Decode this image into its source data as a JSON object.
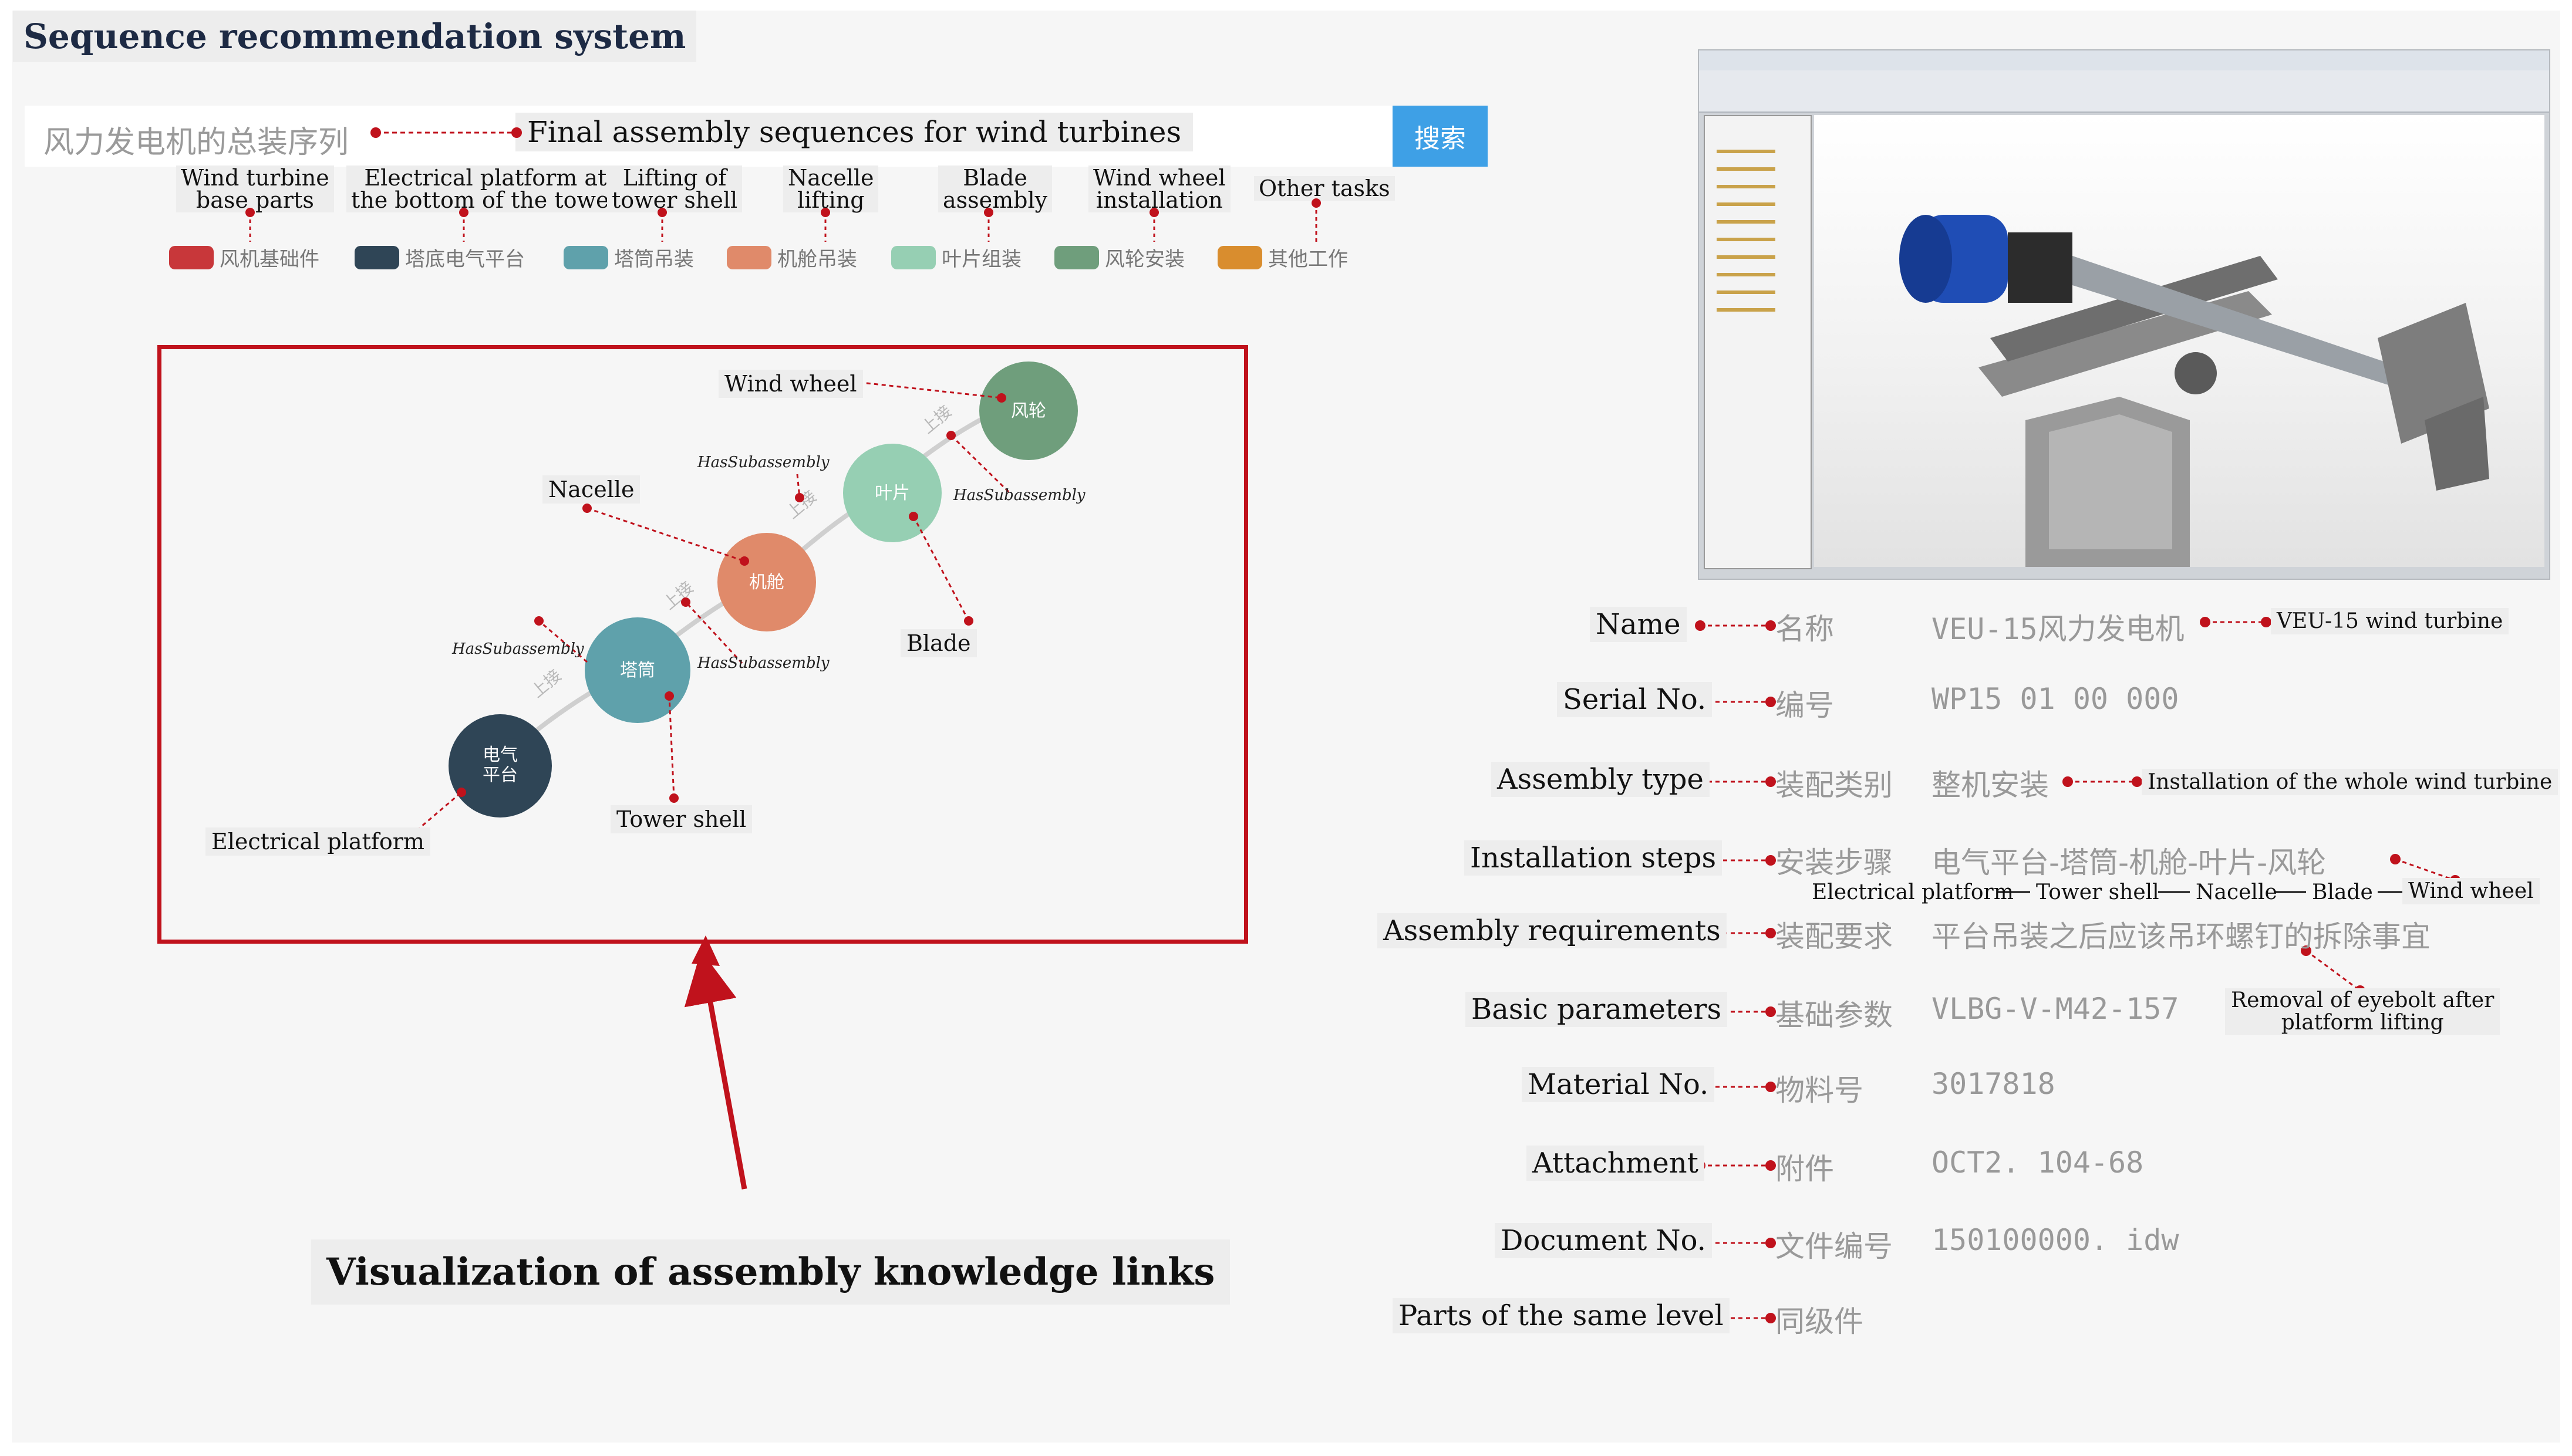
{
  "title": "Sequence recommendation system",
  "search": {
    "query": "风力发电机的总装序列",
    "button_label": "搜索",
    "translation": "Final assembly sequences for wind turbines"
  },
  "categories": [
    {
      "en": "Wind turbine\nbase parts",
      "cn": "风机基础件",
      "color": "#c8373a"
    },
    {
      "en": "Electrical platform at\nthe bottom of the tower",
      "cn": "塔底电气平台",
      "color": "#2f4556"
    },
    {
      "en": "Lifting of\ntower shell",
      "cn": "塔筒吊装",
      "color": "#5fa1ab"
    },
    {
      "en": "Nacelle\nlifting",
      "cn": "机舱吊装",
      "color": "#e08a6a"
    },
    {
      "en": "Blade\nassembly",
      "cn": "叶片组装",
      "color": "#96cfb3"
    },
    {
      "en": "Wind wheel\ninstallation",
      "cn": "风轮安装",
      "color": "#6f9e7c"
    },
    {
      "en": "Other tasks",
      "cn": "其他工作",
      "color": "#d98d2e"
    }
  ],
  "graph": {
    "nodes": [
      {
        "cn": "电气\n平台",
        "en": "Electrical platform",
        "color": "#2f4556"
      },
      {
        "cn": "塔筒",
        "en": "Tower shell",
        "color": "#5fa1ab"
      },
      {
        "cn": "机舱",
        "en": "Nacelle",
        "color": "#e08a6a"
      },
      {
        "cn": "叶片",
        "en": "Blade",
        "color": "#96cfb3"
      },
      {
        "cn": "风轮",
        "en": "Wind wheel",
        "color": "#6f9e7c"
      }
    ],
    "edge_label_cn": "上接",
    "relation": "HasSubassembly"
  },
  "visualization_title": "Visualization of assembly knowledge links",
  "properties": [
    {
      "label": "Name",
      "cn": "名称",
      "value": "VEU-15风力发电机",
      "note": "VEU-15 wind turbine"
    },
    {
      "label": "Serial No.",
      "cn": "编号",
      "value": "WP15 01 00 000",
      "note": ""
    },
    {
      "label": "Assembly type",
      "cn": "装配类别",
      "value": "整机安装",
      "note": "Installation of the whole wind turbine"
    },
    {
      "label": "Installation steps",
      "cn": "安装步骤",
      "value": "电气平台-塔筒-机舱-叶片-风轮",
      "note": "Wind wheel"
    },
    {
      "label": "Assembly requirements",
      "cn": "装配要求",
      "value": "平台吊装之后应该吊环螺钉的拆除事宜",
      "note": "Removal of eyebolt after\nplatform lifting"
    },
    {
      "label": "Basic parameters",
      "cn": "基础参数",
      "value": "VLBG-V-M42-157",
      "note": ""
    },
    {
      "label": "Material No.",
      "cn": "物料号",
      "value": "3017818",
      "note": ""
    },
    {
      "label": "Attachment",
      "cn": "附件",
      "value": "OCT2. 104-68",
      "note": ""
    },
    {
      "label": "Document No.",
      "cn": "文件编号",
      "value": "150100000. idw",
      "note": ""
    },
    {
      "label": "Parts of the same level",
      "cn": "同级件",
      "value": "",
      "note": ""
    }
  ],
  "steps_translation": [
    "Electrical platform",
    "Tower shell",
    "Nacelle",
    "Blade"
  ]
}
